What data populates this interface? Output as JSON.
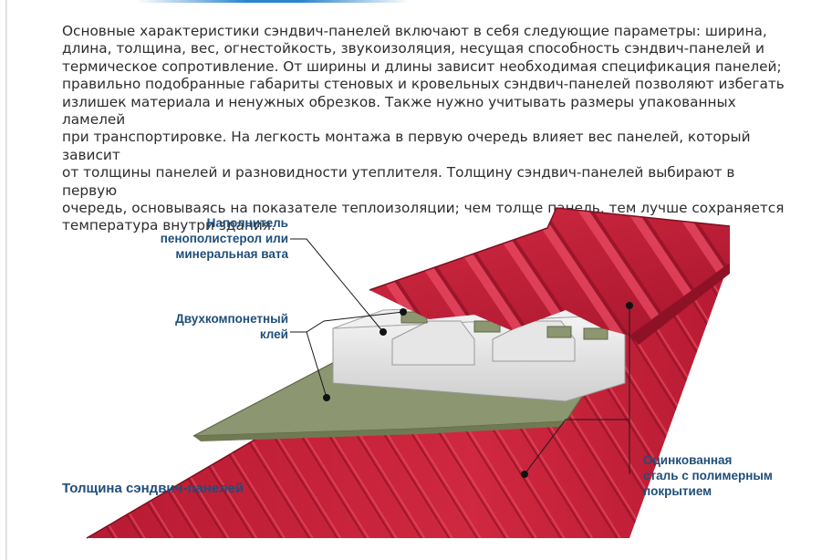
{
  "paragraph": {
    "lines": [
      "Основные характеристики сэндвич-панелей включают в себя следующие параметры: ширина,",
      "длина, толщина, вес, огнестойкость, звукоизоляция, несущая способность сэндвич-панелей и",
      "термическое сопротивление. От ширины и длины зависит необходимая спецификация панелей;",
      "правильно подобранные габариты стеновых и кровельных сэндвич-панелей позволяют избегать",
      "излишек материала и ненужных обрезков. Также нужно учитывать размеры упакованных ламелей",
      "при транспортировке. На легкость монтажа в первую очередь влияет вес панелей, который зависит",
      "от толщины панелей и разновидности утеплителя. Толщину сэндвич-панелей выбирают в первую",
      "очередь, основываясь на показателе теплоизоляции; чем толще панель, тем лучше сохраняется",
      "температура внутри здания."
    ]
  },
  "illustration": {
    "callouts": {
      "filler": [
        "Наполнитель",
        "пенополистерол или",
        "минеральная вата"
      ],
      "glue": [
        "Двухкомпонетный",
        "клей"
      ],
      "steel": [
        "Оцинкованная",
        "сталь с полимерным",
        "покрытием"
      ]
    },
    "colors": {
      "steel_red": "#c8203a",
      "steel_dark": "#8e1226",
      "glue_olive": "#8c9670",
      "foam": "#e8e8e8",
      "callout_text": "#1f4e79"
    }
  },
  "caption": "Толщина сэндвич-панелей"
}
